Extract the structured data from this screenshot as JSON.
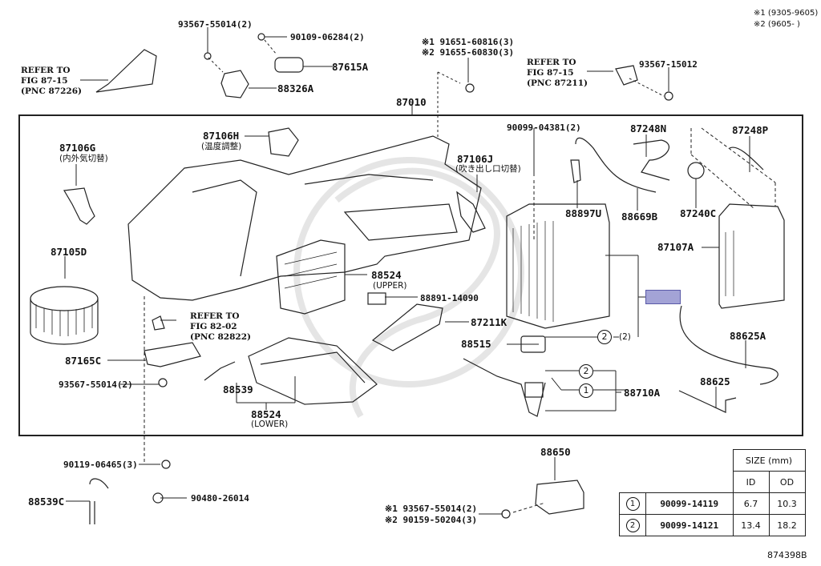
{
  "diagram": {
    "figure_number": "874398B",
    "legend": {
      "note1": "※1 (9305-9605)",
      "note2": "※2 (9605-      )"
    },
    "highlighted_part": {
      "color": "#a3a3d6",
      "label_hidden": true
    },
    "labels": {
      "bolt_93567_55014_top": "93567-55014(2)",
      "screw_90109_06284": "90109-06284(2)",
      "part_87615A": "87615A",
      "part_88326A": "88326A",
      "refer_87226": "REFER TO\nFIG 87-15\n(PNC 87226)",
      "screw_alt_1": "※1 91651-60816(3)",
      "screw_alt_2": "※2 91655-60830(3)",
      "refer_87211": "REFER TO\nFIG 87-15\n(PNC 87211)",
      "bolt_93567_15012": "93567-15012",
      "part_87010": "87010",
      "part_87106G": "87106G",
      "part_87106G_desc": "(内外気切替)",
      "part_87106H": "87106H",
      "part_87106H_desc": "(温度調整)",
      "part_87106J": "87106J",
      "part_87106J_desc": "(吹き出し口切替)",
      "bolt_90099_04381": "90099-04381(2)",
      "part_87248N": "87248N",
      "part_87248P": "87248P",
      "part_88897U": "88897U",
      "part_88669B": "88669B",
      "part_87240C": "87240C",
      "part_87107A": "87107A",
      "part_87105D": "87105D",
      "part_88524_upper": "88524",
      "part_88524_upper_desc": "(UPPER)",
      "part_88891_14090": "88891-14090",
      "part_87211K": "87211K",
      "part_88515": "88515",
      "oring_count": "(2)",
      "part_88625A": "88625A",
      "part_88625": "88625",
      "part_88710A": "88710A",
      "refer_82822": "REFER TO\nFIG 82-02\n(PNC 82822)",
      "part_87165C": "87165C",
      "bolt_93567_55014_mid": "93567-55014(2)",
      "part_88539": "88539",
      "part_88524_lower": "88524",
      "part_88524_lower_desc": "(LOWER)",
      "bolt_90119_06465": "90119-06465(3)",
      "part_88539C": "88539C",
      "part_90480_26014": "90480-26014",
      "part_88650": "88650",
      "screw_bottom_alt_1": "※1 93567-55014(2)",
      "screw_bottom_alt_2": "※2 90159-50204(3)",
      "callout_1": "1",
      "callout_2": "2"
    },
    "size_table": {
      "header": "SIZE (mm)",
      "columns": [
        "ID",
        "OD"
      ],
      "rows": [
        {
          "ref": "1",
          "part_no": "90099-14119",
          "id": "6.7",
          "od": "10.3"
        },
        {
          "ref": "2",
          "part_no": "90099-14121",
          "id": "13.4",
          "od": "18.2"
        }
      ]
    }
  }
}
